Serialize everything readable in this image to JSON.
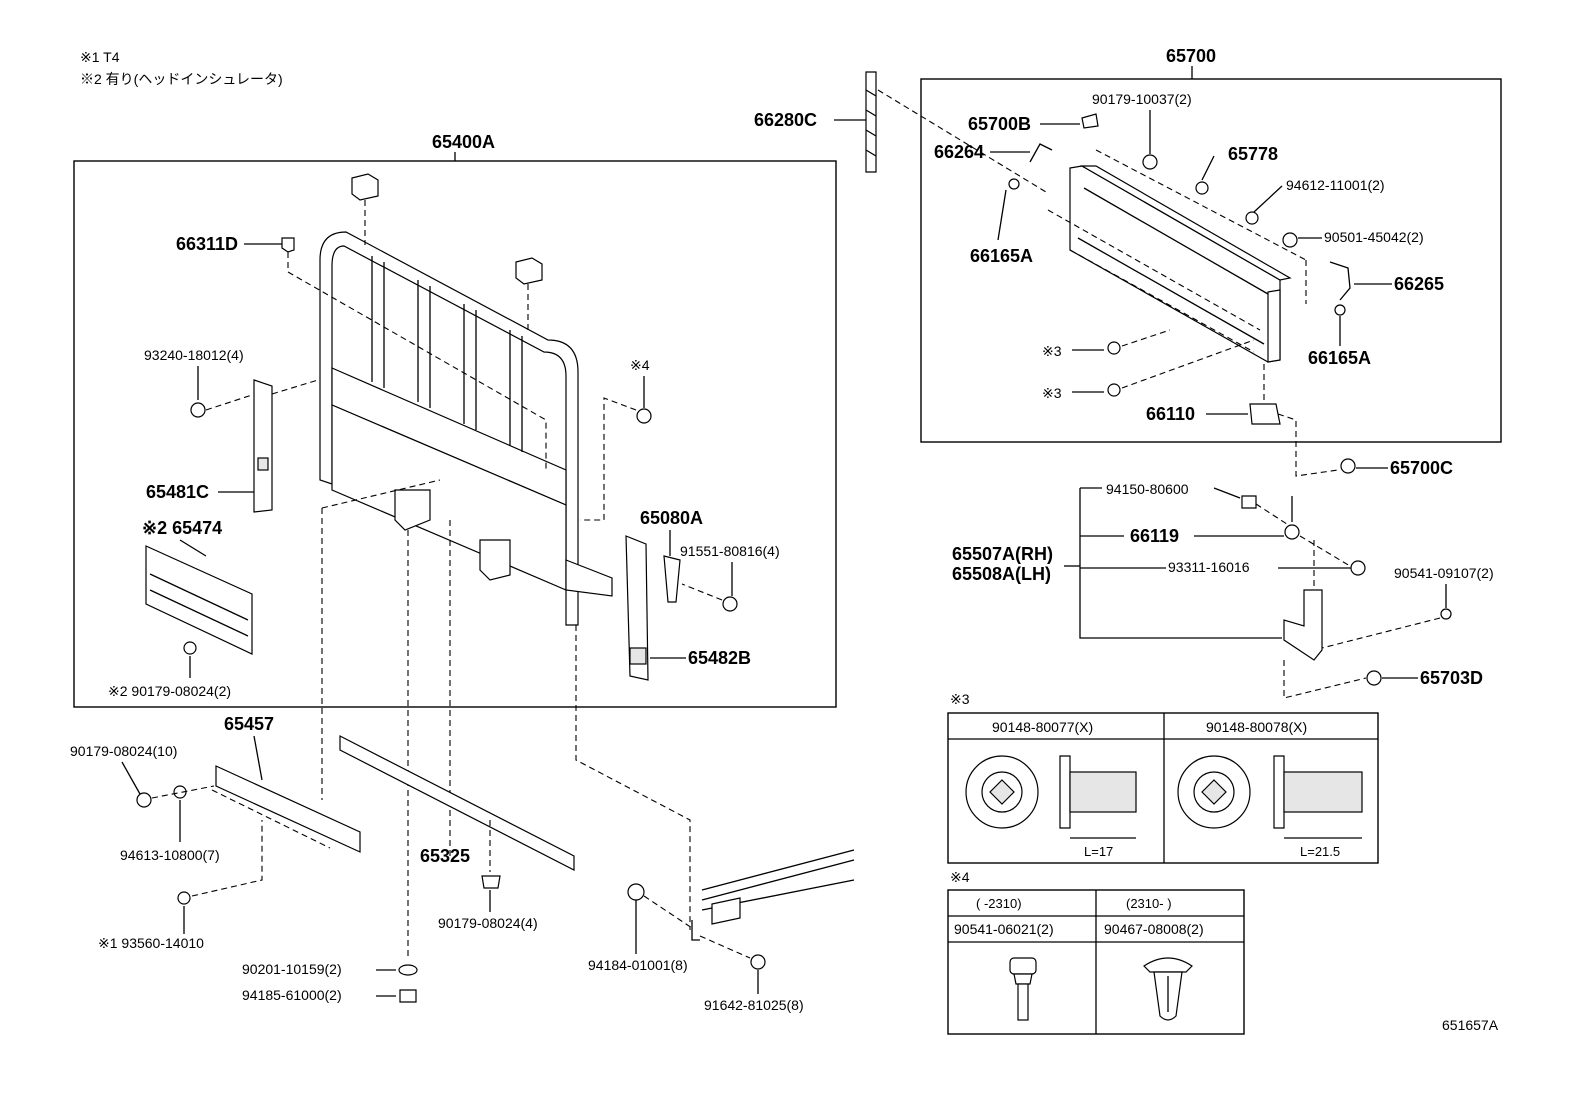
{
  "notes": {
    "n1": "※1  T4",
    "n2": "※2  有り(ヘッドインシュレータ)"
  },
  "labels": {
    "l_65400A": "65400A",
    "l_65700": "65700",
    "l_66280C": "66280C",
    "l_65700B": "65700B",
    "l_66264": "66264",
    "l_90179_10037": "90179-10037(2)",
    "l_65778": "65778",
    "l_94612_11001": "94612-11001(2)",
    "l_90501_45042": "90501-45042(2)",
    "l_66265": "66265",
    "l_66165A_a": "66165A",
    "l_66165A_b": "66165A",
    "l_mark3_a": "※3",
    "l_mark3_b": "※3",
    "l_66110": "66110",
    "l_65700C": "65700C",
    "l_94150_80600": "94150-80600",
    "l_66119": "66119",
    "l_65507A": "65507A(RH)",
    "l_65508A": "65508A(LH)",
    "l_93311_16016": "93311-16016",
    "l_90541_09107": "90541-09107(2)",
    "l_65703D": "65703D",
    "l_66311D": "66311D",
    "l_93240_18012": "93240-18012(4)",
    "l_mark4": "※4",
    "l_65481C": "65481C",
    "l_65474": "※2 65474",
    "l_65080A": "65080A",
    "l_91551_80816": "91551-80816(4)",
    "l_65482B": "65482B",
    "l_90179_08024_2": "※2 90179-08024(2)",
    "l_65457": "65457",
    "l_90179_08024_10": "90179-08024(10)",
    "l_94613_10800": "94613-10800(7)",
    "l_65325": "65325",
    "l_93560_14010": "※1 93560-14010",
    "l_90179_08024_4": "90179-08024(4)",
    "l_90201_10159": "90201-10159(2)",
    "l_94185_61000": "94185-61000(2)",
    "l_94184_01001": "94184-01001(8)",
    "l_91642_81025": "91642-81025(8)",
    "l_code": "651657A"
  },
  "table3": {
    "mark": "※3",
    "col1": "90148-80077(X)",
    "col2": "90148-80078(X)",
    "len1": "L=17",
    "len2": "L=21.5"
  },
  "table4": {
    "mark": "※4",
    "range1": "(     -2310)",
    "range2": "(2310-      )",
    "col1": "90541-06021(2)",
    "col2": "90467-08008(2)"
  }
}
